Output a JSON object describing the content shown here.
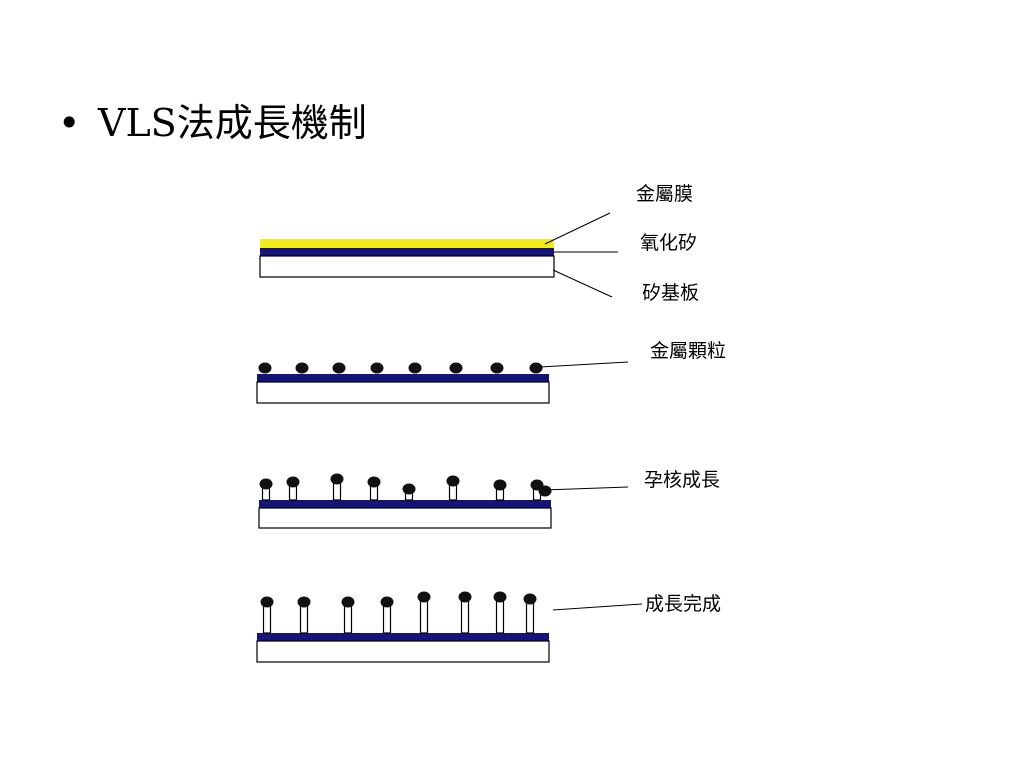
{
  "slide": {
    "bullet": "•",
    "title": "VLS法成長機制"
  },
  "diagram": {
    "colors": {
      "metal_film": "#f2ec1c",
      "oxide": "#14147a",
      "substrate": "#ffffff",
      "particle": "#111111",
      "outline": "#000000"
    },
    "labels": {
      "metal_film": "金屬膜",
      "silicon_oxide": "氧化矽",
      "silicon_substrate": "矽基板",
      "metal_particles": "金屬顆粒",
      "nucleation_growth": "孕核成長",
      "growth_complete": "成長完成"
    },
    "stages": [
      {
        "id": "metal-film",
        "particles": 0
      },
      {
        "id": "metal-particles",
        "particles": 8
      },
      {
        "id": "nucleation",
        "particles": 9
      },
      {
        "id": "complete",
        "particles": 8
      }
    ]
  }
}
